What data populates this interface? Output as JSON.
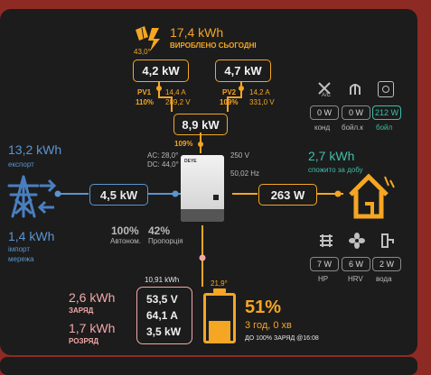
{
  "solar": {
    "produced": "17,4 kWh",
    "produced_label": "ВИРОБЛЕНО СЬОГОДНІ",
    "temp": "43,0°",
    "pv1": {
      "power": "4,2 kW",
      "name": "PV1",
      "percent": "110%",
      "current": "14,4 A",
      "voltage": "289,2 V"
    },
    "pv2": {
      "power": "4,7 kW",
      "name": "PV2",
      "percent": "109%",
      "current": "14,2 A",
      "voltage": "331,0 V"
    },
    "total_power": "8,9 kW",
    "total_percent": "109%"
  },
  "inverter": {
    "ac_temp": "AC: 28,0°",
    "dc_temp": "DC: 44,0°",
    "voltage": "250 V",
    "frequency": "50,02 Hz",
    "autonomy_value": "100%",
    "autonomy_label": "Автоном.",
    "ratio_value": "42%",
    "ratio_label": "Пропорція",
    "brand": "DEYE"
  },
  "grid": {
    "export_value": "13,2 kWh",
    "export_label": "експорт",
    "import_value": "1,4 kWh",
    "import_label_1": "імпорт",
    "import_label_2": "мережа",
    "power": "4,5 kW"
  },
  "load": {
    "consumed_value": "2,7 kWh",
    "consumed_label": "спожито за добу",
    "power": "263 W",
    "top_devices": [
      {
        "icon": "ac-icon",
        "value": "0 W",
        "label": "конд"
      },
      {
        "icon": "boiler-k-icon",
        "value": "0 W",
        "label": "бойл.к"
      },
      {
        "icon": "boiler-icon",
        "value": "212 W",
        "label": "бойл"
      }
    ],
    "bottom_devices": [
      {
        "icon": "heat-pump-icon",
        "value": "7 W",
        "label": "HP"
      },
      {
        "icon": "fan-icon",
        "value": "6 W",
        "label": "HRV"
      },
      {
        "icon": "water-pump-icon",
        "value": "2 W",
        "label": "вода"
      }
    ]
  },
  "battery": {
    "energy": "10,91 kWh",
    "temp": "21,9°",
    "voltage": "53,5 V",
    "current": "64,1 A",
    "power": "3,5 kW",
    "charge_value": "2,6 kWh",
    "charge_label": "ЗАРЯД",
    "discharge_value": "1,7 kWh",
    "discharge_label": "РОЗРЯД",
    "soc": "51%",
    "soc_fraction": 0.51,
    "time_left": "3 год, 0 хв",
    "full_at": "ДО 100% ЗАРЯД @16:08"
  },
  "colors": {
    "solar": "#f5a623",
    "grid": "#5a95cf",
    "load": "#3dbfa8",
    "battery": "#f3a9a9",
    "frame": "#8e2a24"
  }
}
